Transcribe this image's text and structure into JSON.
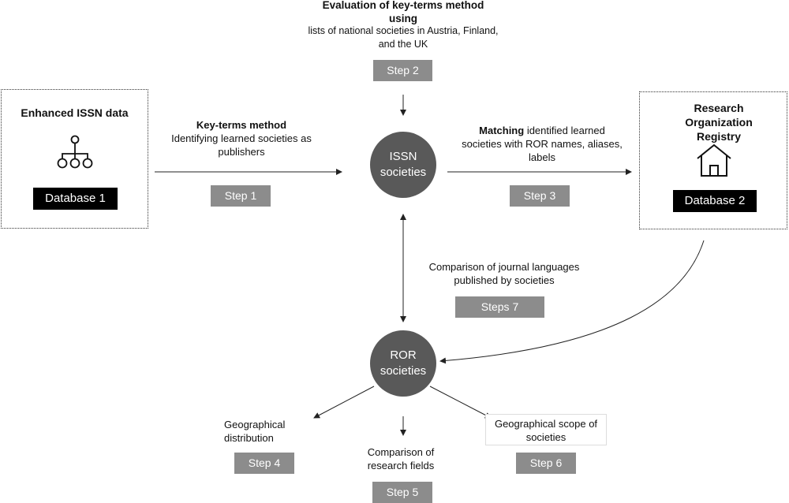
{
  "top": {
    "title": "Evaluation of key-terms method using",
    "desc": "lists of national societies in Austria, Finland, and the UK",
    "step": "Step 2"
  },
  "db1": {
    "title": "Enhanced ISSN data",
    "badge": "Database 1",
    "icon": "hierarchy-icon"
  },
  "db2": {
    "title": "Research Organization Registry",
    "badge": "Database 2",
    "icon": "house-icon"
  },
  "keyterms": {
    "bold": "Key-terms method",
    "text": "Identifying learned societies as publishers",
    "step": "Step 1"
  },
  "matching": {
    "bold": "Matching",
    "text": " identified learned societies with ROR names, aliases, labels",
    "step": "Step 3"
  },
  "issn_circle": "ISSN societies",
  "ror_circle": "ROR societies",
  "comparison_lang": {
    "text": "Comparison of journal languages published by societies",
    "step": "Steps 7"
  },
  "geo_dist": {
    "text": "Geographical distribution",
    "step": "Step 4"
  },
  "research_fields": {
    "text": "Comparison of research fields",
    "step": "Step 5"
  },
  "geo_scope": {
    "text": "Geographical scope of societies",
    "step": "Step 6"
  },
  "colors": {
    "step_bg": "#8c8c8c",
    "circle_bg": "#595959",
    "badge_bg": "#000000"
  }
}
